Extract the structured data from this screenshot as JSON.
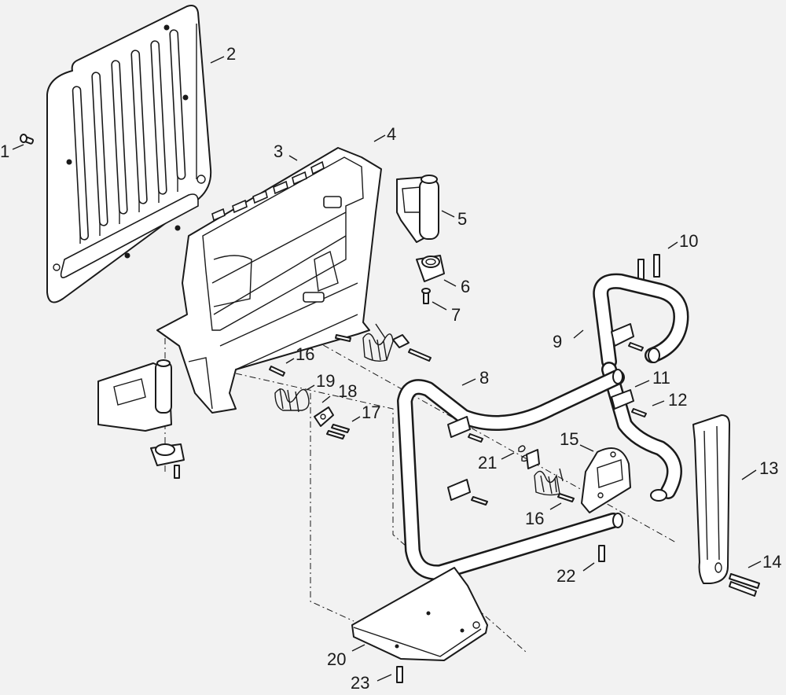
{
  "diagram": {
    "callouts": [
      "1",
      "2",
      "3",
      "4",
      "5",
      "6",
      "7",
      "8",
      "9",
      "10",
      "11",
      "12",
      "13",
      "14",
      "15",
      "16",
      "16",
      "17",
      "18",
      "19",
      "20",
      "21",
      "22",
      "23"
    ]
  }
}
